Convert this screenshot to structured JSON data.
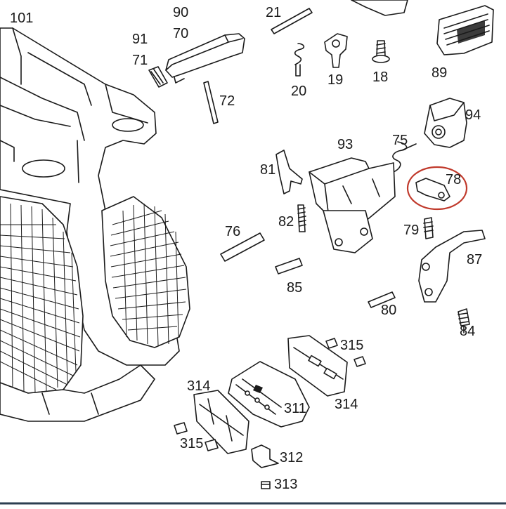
{
  "diagram": {
    "highlight_color": "#c0392b",
    "line_color": "#1a1a1a",
    "background": "#ffffff",
    "highlighted_part": "78",
    "labels": {
      "p101": "101",
      "p90": "90",
      "p70": "70",
      "p91": "91",
      "p71": "71",
      "p72": "72",
      "p21": "21",
      "p20": "20",
      "p19": "19",
      "p18": "18",
      "p89": "89",
      "p94": "94",
      "p75": "75",
      "p93": "93",
      "p81": "81",
      "p78": "78",
      "p82": "82",
      "p76": "76",
      "p79": "79",
      "p87": "87",
      "p85": "85",
      "p80": "80",
      "p84": "84",
      "p315a": "315",
      "p314a": "314",
      "p314b": "314",
      "p311": "311",
      "p315b": "315",
      "p312": "312",
      "p313": "313"
    }
  }
}
